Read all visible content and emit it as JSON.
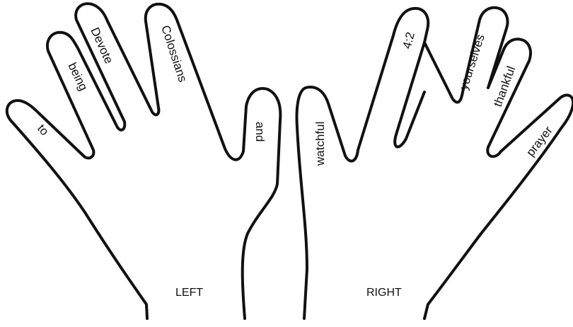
{
  "left_hand": {
    "label": "LEFT",
    "fingers": {
      "pinky": "to",
      "ring": "being",
      "middle": "Devote",
      "index": "Colossians",
      "thumb": "and"
    }
  },
  "right_hand": {
    "label": "RIGHT",
    "fingers": {
      "thumb": "watchful",
      "index": "4:2",
      "middle": "yourselves",
      "ring": "thankful",
      "pinky": "prayer"
    }
  }
}
